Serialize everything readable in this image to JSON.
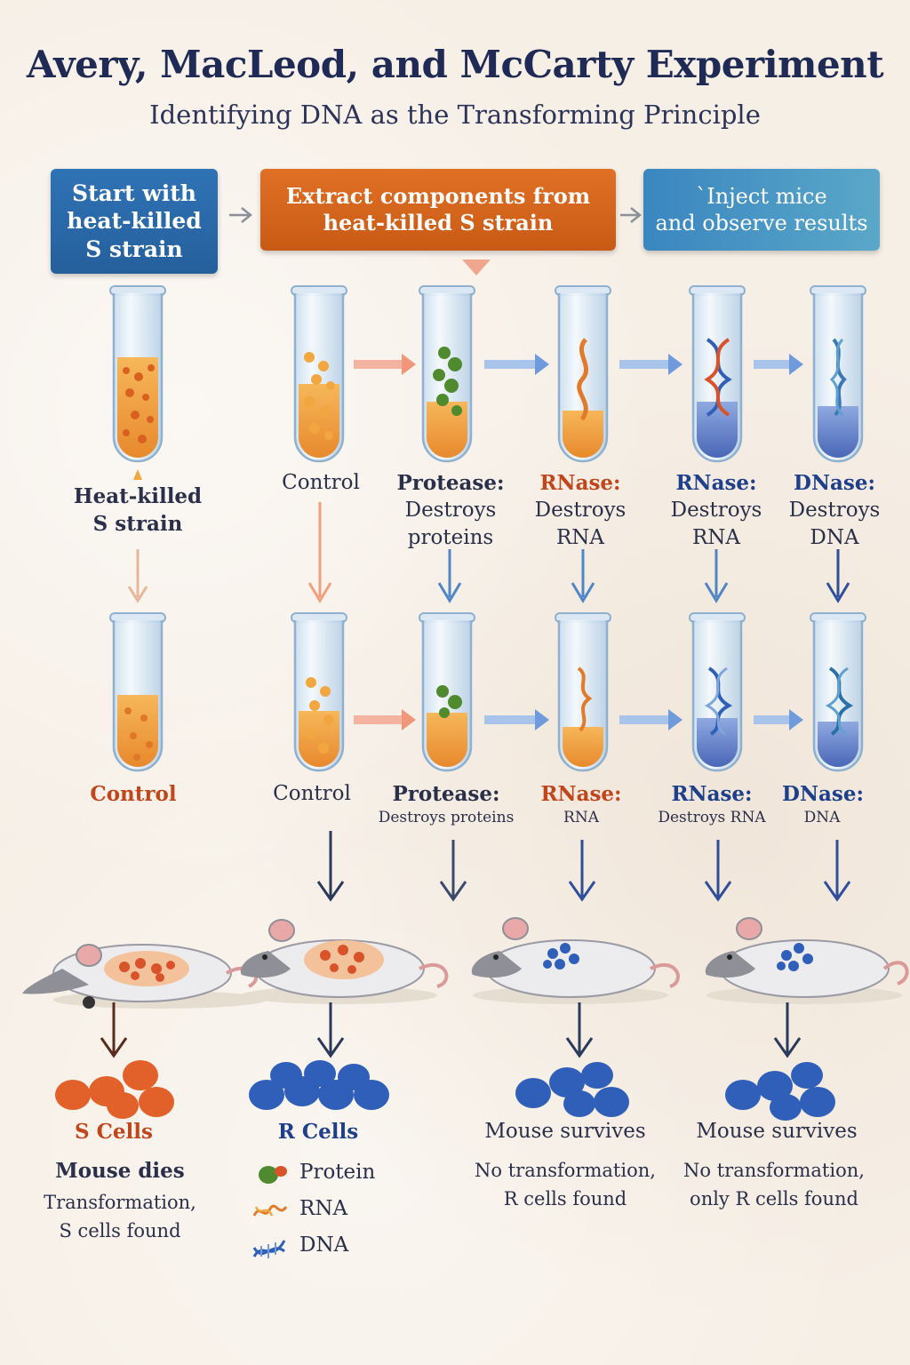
{
  "title": "Avery, MacLeod, and McCarty Experiment",
  "subtitle": "Identifying DNA as the Transforming Principle",
  "steps": {
    "start": [
      "Start with",
      "heat-killed",
      "S strain"
    ],
    "extract": [
      "Extract components from",
      "heat-killed S strain"
    ],
    "inject": [
      "`Inject mice",
      "and observe results"
    ]
  },
  "row1": {
    "heat_killed": [
      "Heat-killed",
      "S strain"
    ],
    "control": "Control",
    "protease": {
      "name": "Protease:",
      "desc": [
        "Destroys",
        "proteins"
      ]
    },
    "rnase_a": {
      "name": "RNase:",
      "desc": [
        "Destroys",
        "RNA"
      ]
    },
    "rnase_b": {
      "name": "RNase:",
      "desc": [
        "Destroys",
        "RNA"
      ]
    },
    "dnase": {
      "name": "DNase:",
      "desc": [
        "Destroys",
        "DNA"
      ]
    }
  },
  "row2": {
    "control_left": "Control",
    "control": "Control",
    "protease": {
      "name": "Protease:",
      "desc": "Destroys proteins"
    },
    "rnase_a": {
      "name": "RNase:",
      "desc": "RNA"
    },
    "rnase_b": {
      "name": "RNase:",
      "desc": "Destroys RNA"
    },
    "dnase": {
      "name": "DNase:",
      "desc": "DNA"
    }
  },
  "results": {
    "s_cells": "S Cells",
    "mouse_dies": "Mouse dies",
    "transformation": [
      "Transformation,",
      "S cells found"
    ],
    "r_cells": "R Cells",
    "survives_1": "Mouse survives",
    "no_transform_1": [
      "No transformation,",
      "R cells found"
    ],
    "survives_2": "Mouse survives",
    "no_transform_2": [
      "No transformation,",
      "only R cells found"
    ]
  },
  "legend": [
    {
      "label": "Protein",
      "icon": "protein-icon"
    },
    {
      "label": "RNA",
      "icon": "rna-icon"
    },
    {
      "label": "DNA",
      "icon": "dna-icon"
    }
  ],
  "colors": {
    "s_cell": "#e2602a",
    "r_cell": "#2f5fb8",
    "banner_blue": "#2f73b5",
    "banner_orange": "#e07024",
    "red_label": "#c0461c",
    "navy_label": "#1e3f8a"
  }
}
